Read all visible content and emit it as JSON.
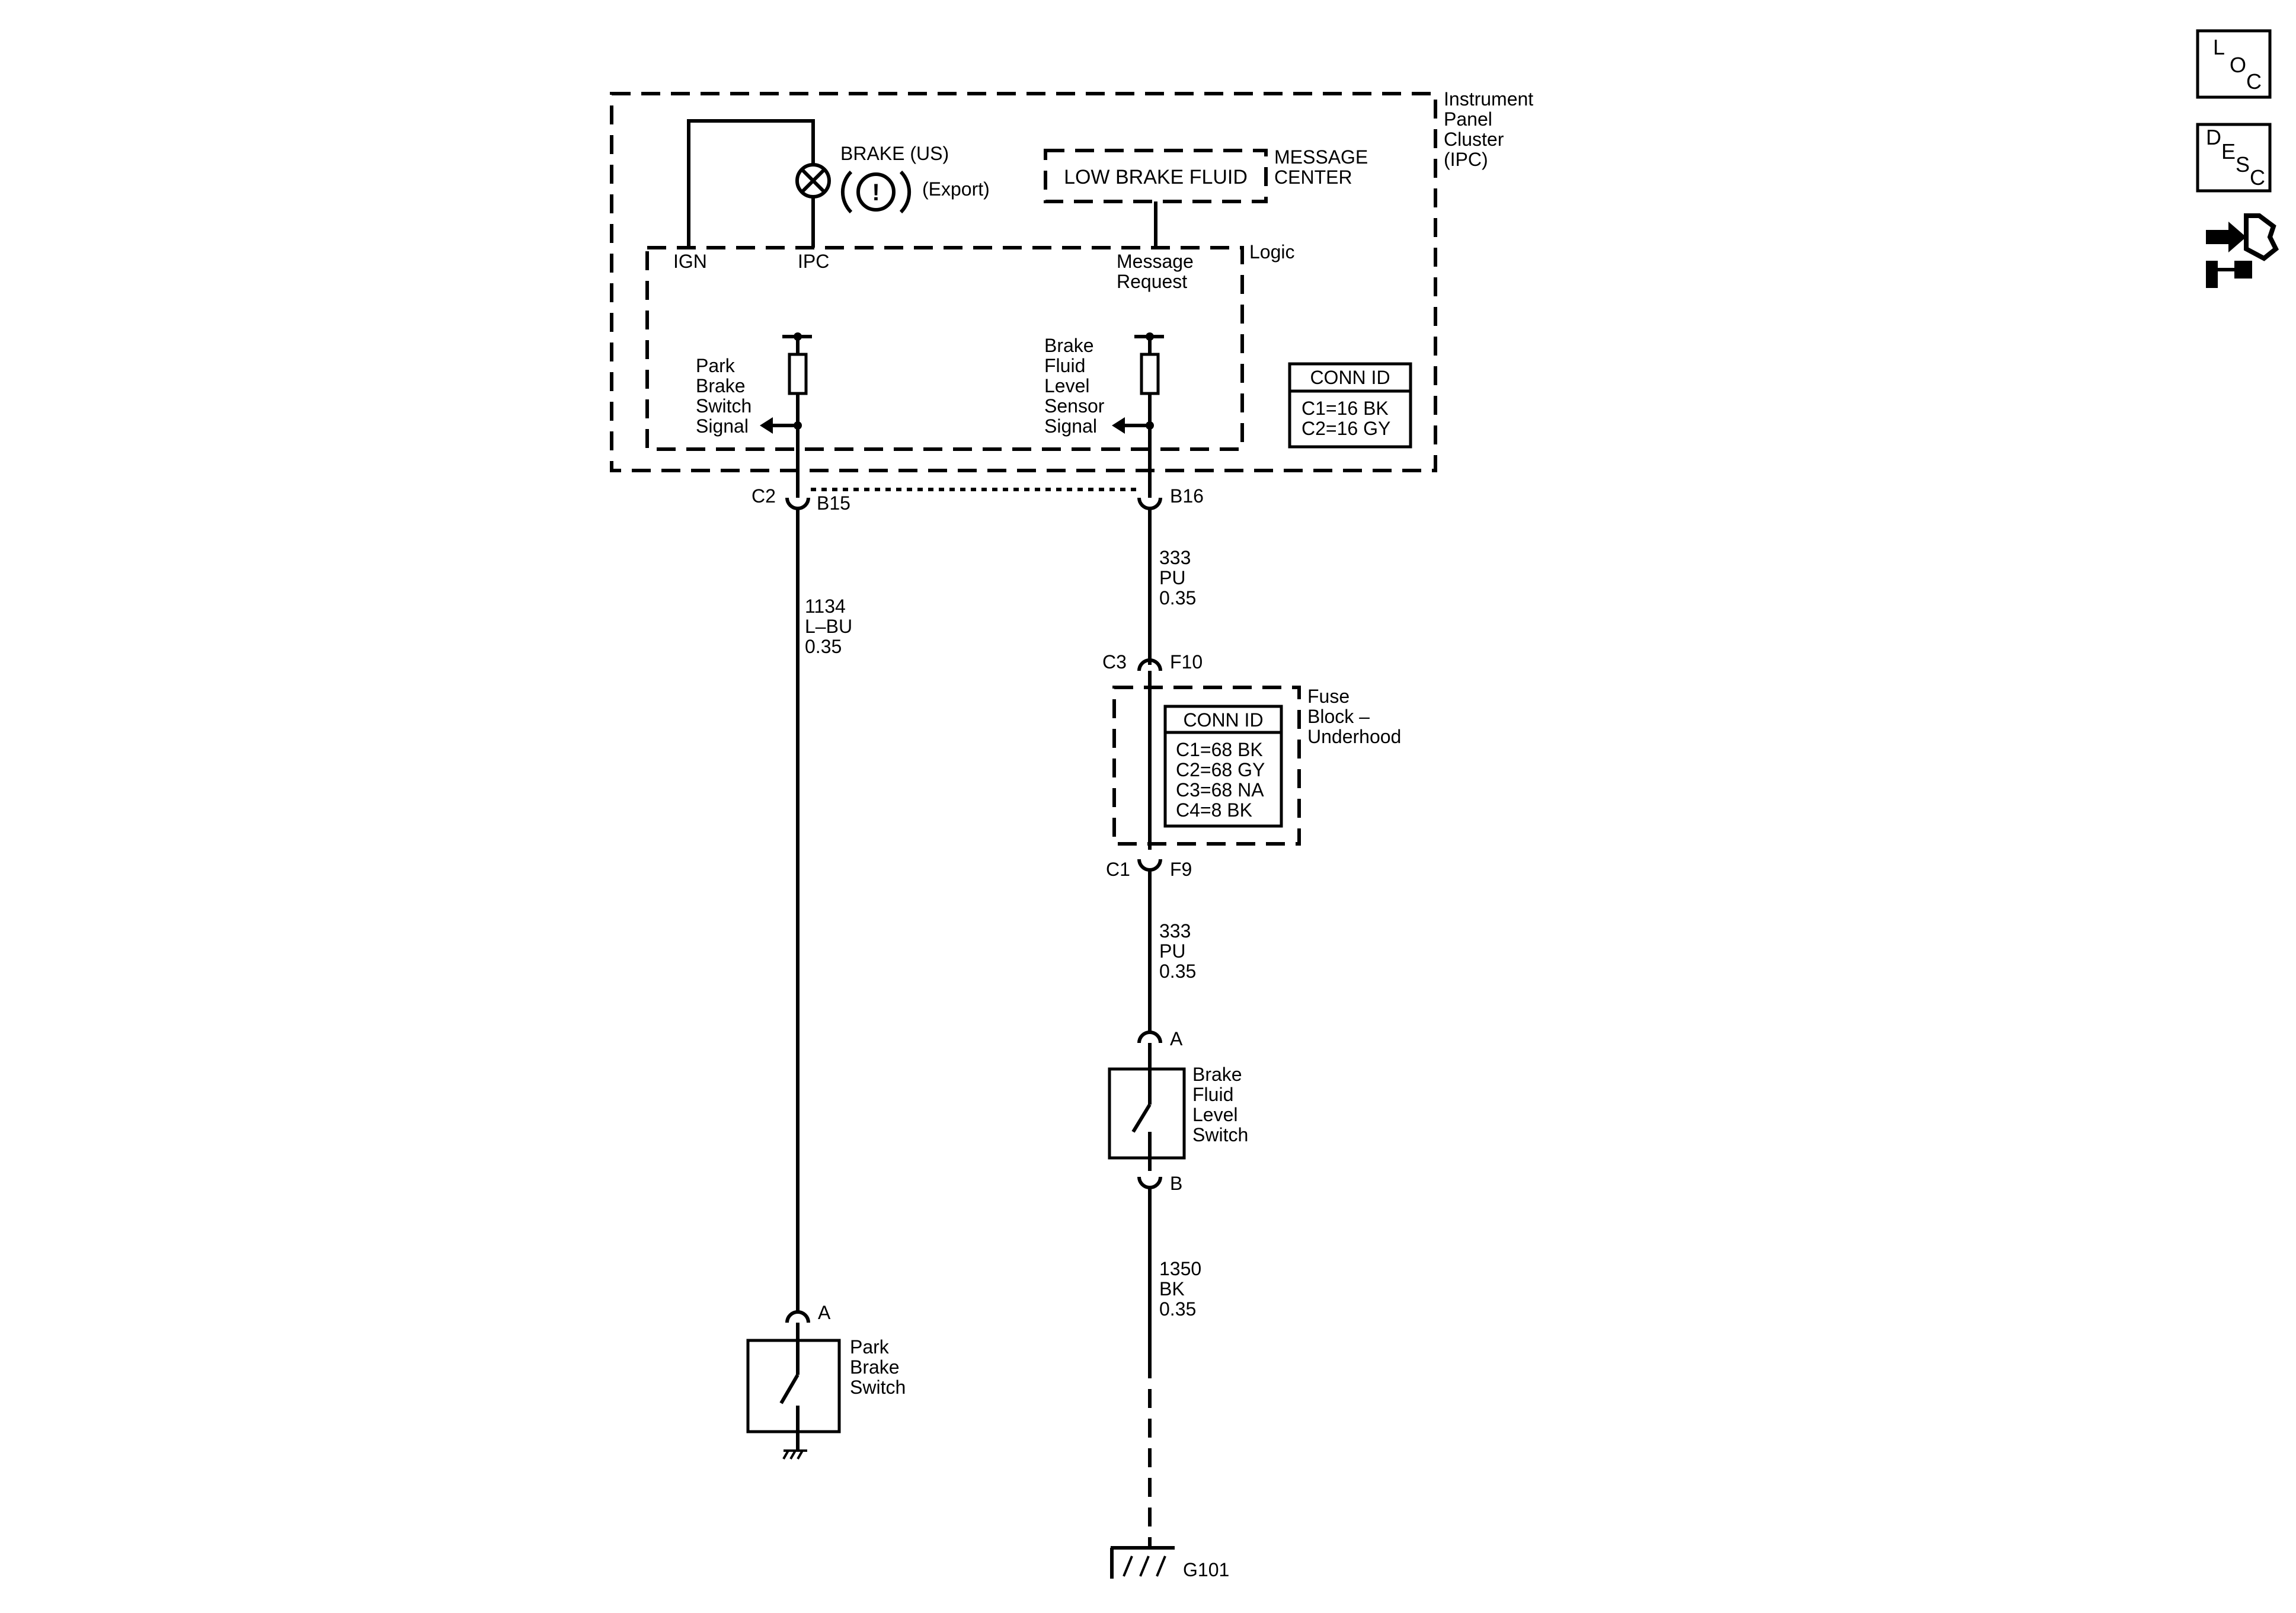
{
  "ipc": {
    "label_lines": [
      "Instrument",
      "Panel",
      "Cluster",
      "(IPC)"
    ],
    "ign": "IGN",
    "ipc_pin": "IPC",
    "brake_us": "BRAKE (US)",
    "export": "(Export)",
    "brake_symbol": "!",
    "message_box": "LOW BRAKE FLUID",
    "message_center_lines": [
      "MESSAGE",
      "CENTER"
    ],
    "message_request_lines": [
      "Message",
      "Request"
    ],
    "logic": "Logic",
    "park_signal_lines": [
      "Park",
      "Brake",
      "Switch",
      "Signal"
    ],
    "fluid_signal_lines": [
      "Brake",
      "Fluid",
      "Level",
      "Sensor",
      "Signal"
    ],
    "conn_id_title": "CONN ID",
    "conn_id_rows": [
      "C1=16 BK",
      "C2=16 GY"
    ],
    "connector": "C2",
    "pin_left": "B15",
    "pin_right": "B16"
  },
  "wires": {
    "park": [
      "1134",
      "L–BU",
      "0.35"
    ],
    "fuse_in": [
      "333",
      "PU",
      "0.35"
    ],
    "fuse_out": [
      "333",
      "PU",
      "0.35"
    ],
    "ground": [
      "1350",
      "BK",
      "0.35"
    ]
  },
  "fuse_block": {
    "label_lines": [
      "Fuse",
      "Block –",
      "Underhood"
    ],
    "conn_id_title": "CONN ID",
    "conn_id_rows": [
      "C1=68 BK",
      "C2=68 GY",
      "C3=68 NA",
      "C4=8 BK"
    ],
    "top_connector": "C3",
    "top_pin": "F10",
    "bottom_connector": "C1",
    "bottom_pin": "F9"
  },
  "fluid_switch": {
    "label_lines": [
      "Brake",
      "Fluid",
      "Level",
      "Switch"
    ],
    "pin_a": "A",
    "pin_b": "B"
  },
  "park_switch": {
    "label_lines": [
      "Park",
      "Brake",
      "Switch"
    ],
    "pin_a": "A"
  },
  "ground": {
    "label": "G101"
  },
  "nav_icons": [
    {
      "name": "loc-icon",
      "letters": [
        "L",
        "O",
        "C"
      ]
    },
    {
      "name": "desc-icon",
      "letters": [
        "D",
        "E",
        "S",
        "C"
      ]
    },
    {
      "name": "connector-repair-icon"
    }
  ]
}
